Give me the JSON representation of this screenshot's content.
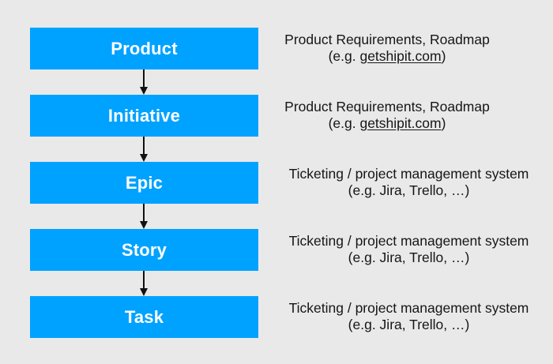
{
  "colors": {
    "background": "#E9E9E9",
    "box_fill": "#00A2FF",
    "box_label": "#FFFFFF",
    "note_text": "#161616",
    "arrow": "#111111"
  },
  "hierarchy": {
    "levels": [
      {
        "label": "Product",
        "note_line1": "Product Requirements, Roadmap",
        "note2_pre": "(e.g. ",
        "note2_link": "getshipit.com",
        "note2_post": ")"
      },
      {
        "label": "Initiative",
        "note_line1": "Product Requirements, Roadmap",
        "note2_pre": "(e.g. ",
        "note2_link": "getshipit.com",
        "note2_post": ")"
      },
      {
        "label": "Epic",
        "note_line1": "Ticketing / project management system",
        "note2_pre": "(e.g. Jira, Trello, …)",
        "note2_link": "",
        "note2_post": ""
      },
      {
        "label": "Story",
        "note_line1": "Ticketing / project management system",
        "note2_pre": "(e.g. Jira, Trello, …)",
        "note2_link": "",
        "note2_post": ""
      },
      {
        "label": "Task",
        "note_line1": "Ticketing / project management system",
        "note2_pre": "(e.g. Jira, Trello, …)",
        "note2_link": "",
        "note2_post": ""
      }
    ]
  }
}
